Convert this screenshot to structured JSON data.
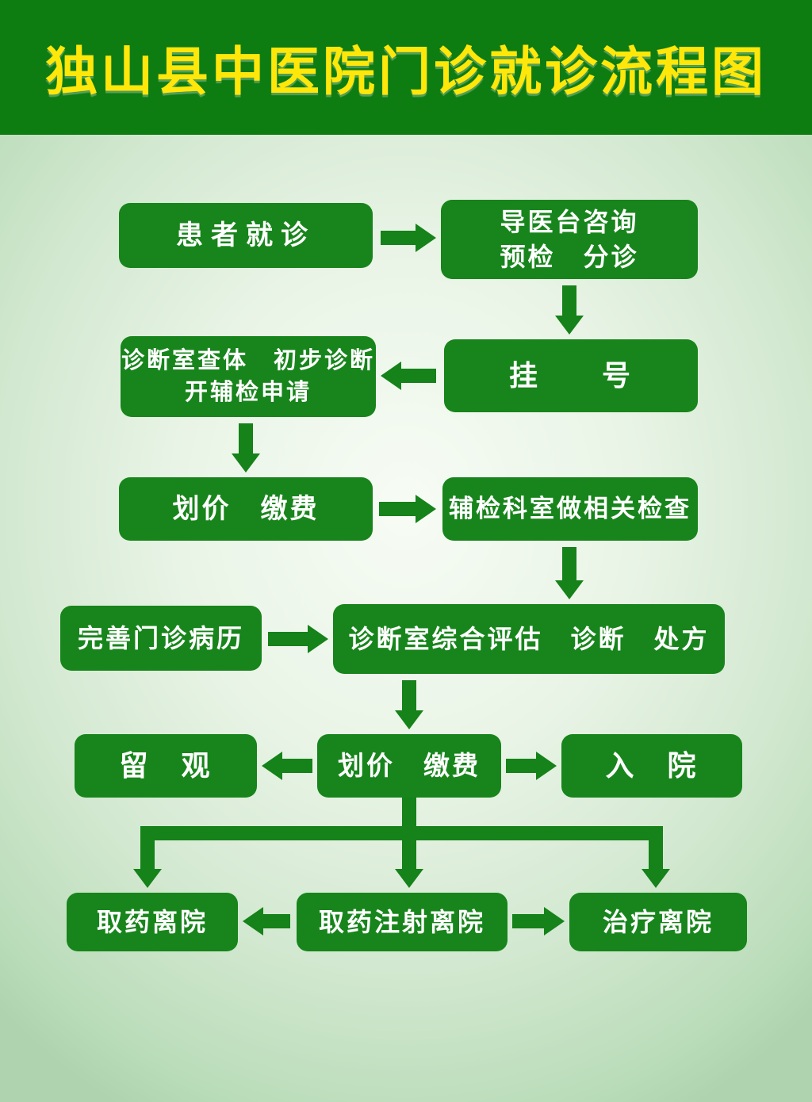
{
  "title": "独山县中医院门诊就诊流程图",
  "colors": {
    "header_bg": "#0d7c11",
    "box_green": "#17851b",
    "arrow_green": "#15821a",
    "title_yellow": "#ffe70a",
    "background_light": "#e9f4e6",
    "background_edge": "#aed3ae",
    "box_text": "#ffffff"
  },
  "nodes": {
    "patient": {
      "label": "患者就诊"
    },
    "guide": {
      "line1": "导医台咨询",
      "line2": "预检　分诊"
    },
    "register": {
      "label": "挂　　号"
    },
    "exam": {
      "line1": "诊断室查体　初步诊断",
      "line2": "开辅检申请"
    },
    "pricing1": {
      "label": "划价　缴费"
    },
    "auxcheck": {
      "label": "辅检科室做相关检查"
    },
    "record": {
      "label": "完善门诊病历"
    },
    "assess": {
      "label": "诊断室综合评估　诊断　处方"
    },
    "observe": {
      "label": "留　观"
    },
    "pricing2": {
      "label": "划价　缴费"
    },
    "admit": {
      "label": "入　院"
    },
    "pharmacy_leave": {
      "label": "取药离院"
    },
    "injection_leave": {
      "label": "取药注射离院"
    },
    "treatment_leave": {
      "label": "治疗离院"
    }
  },
  "edges": [
    {
      "from": "patient",
      "to": "guide"
    },
    {
      "from": "guide",
      "to": "register"
    },
    {
      "from": "register",
      "to": "exam"
    },
    {
      "from": "exam",
      "to": "pricing1"
    },
    {
      "from": "pricing1",
      "to": "auxcheck"
    },
    {
      "from": "auxcheck",
      "to": "assess"
    },
    {
      "from": "record",
      "to": "assess"
    },
    {
      "from": "assess",
      "to": "pricing2"
    },
    {
      "from": "pricing2",
      "to": "observe"
    },
    {
      "from": "pricing2",
      "to": "admit"
    },
    {
      "from": "pricing2",
      "to": "pharmacy_leave"
    },
    {
      "from": "pricing2",
      "to": "injection_leave"
    },
    {
      "from": "pricing2",
      "to": "treatment_leave"
    },
    {
      "from": "injection_leave",
      "to": "pharmacy_leave"
    },
    {
      "from": "injection_leave",
      "to": "treatment_leave"
    }
  ]
}
